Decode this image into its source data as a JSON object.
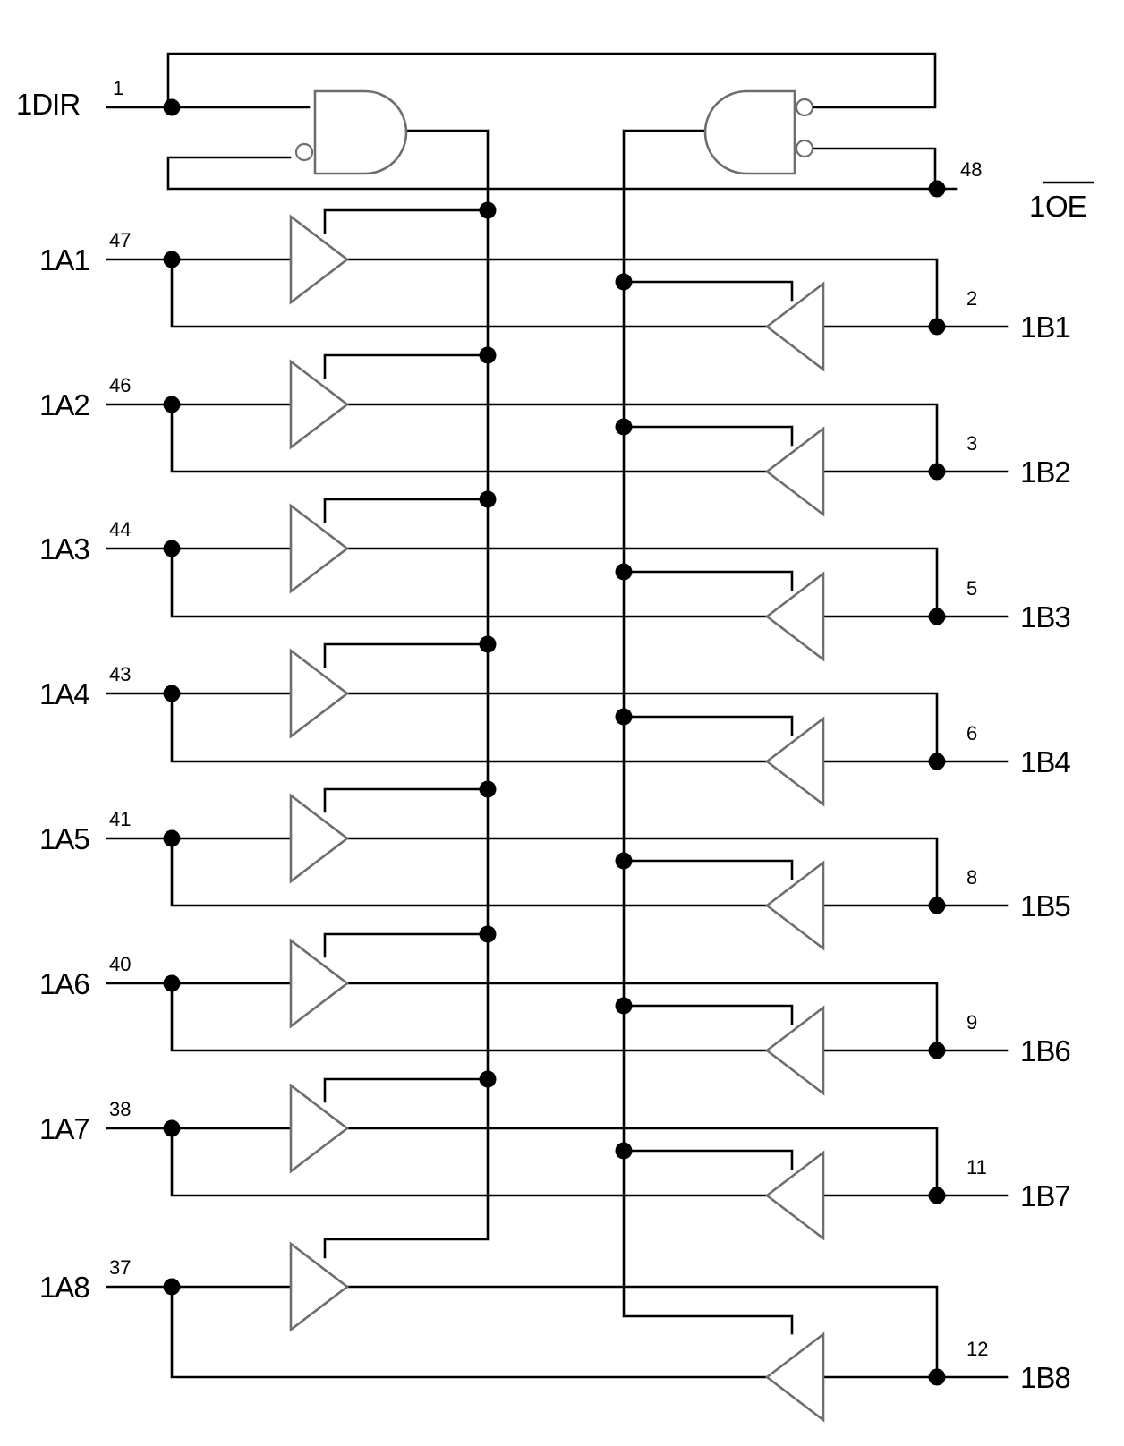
{
  "left_signals": [
    {
      "label": "1DIR",
      "pin": "1"
    },
    {
      "label": "1A1",
      "pin": "47"
    },
    {
      "label": "1A2",
      "pin": "46"
    },
    {
      "label": "1A3",
      "pin": "44"
    },
    {
      "label": "1A4",
      "pin": "43"
    },
    {
      "label": "1A5",
      "pin": "41"
    },
    {
      "label": "1A6",
      "pin": "40"
    },
    {
      "label": "1A7",
      "pin": "38"
    },
    {
      "label": "1A8",
      "pin": "37"
    }
  ],
  "right_signals": [
    {
      "label": "1OE",
      "pin": "48",
      "overbar": "OE"
    },
    {
      "label": "1B1",
      "pin": "2"
    },
    {
      "label": "1B2",
      "pin": "3"
    },
    {
      "label": "1B3",
      "pin": "5"
    },
    {
      "label": "1B4",
      "pin": "6"
    },
    {
      "label": "1B5",
      "pin": "8"
    },
    {
      "label": "1B6",
      "pin": "9"
    },
    {
      "label": "1B7",
      "pin": "11"
    },
    {
      "label": "1B8",
      "pin": "12"
    }
  ]
}
